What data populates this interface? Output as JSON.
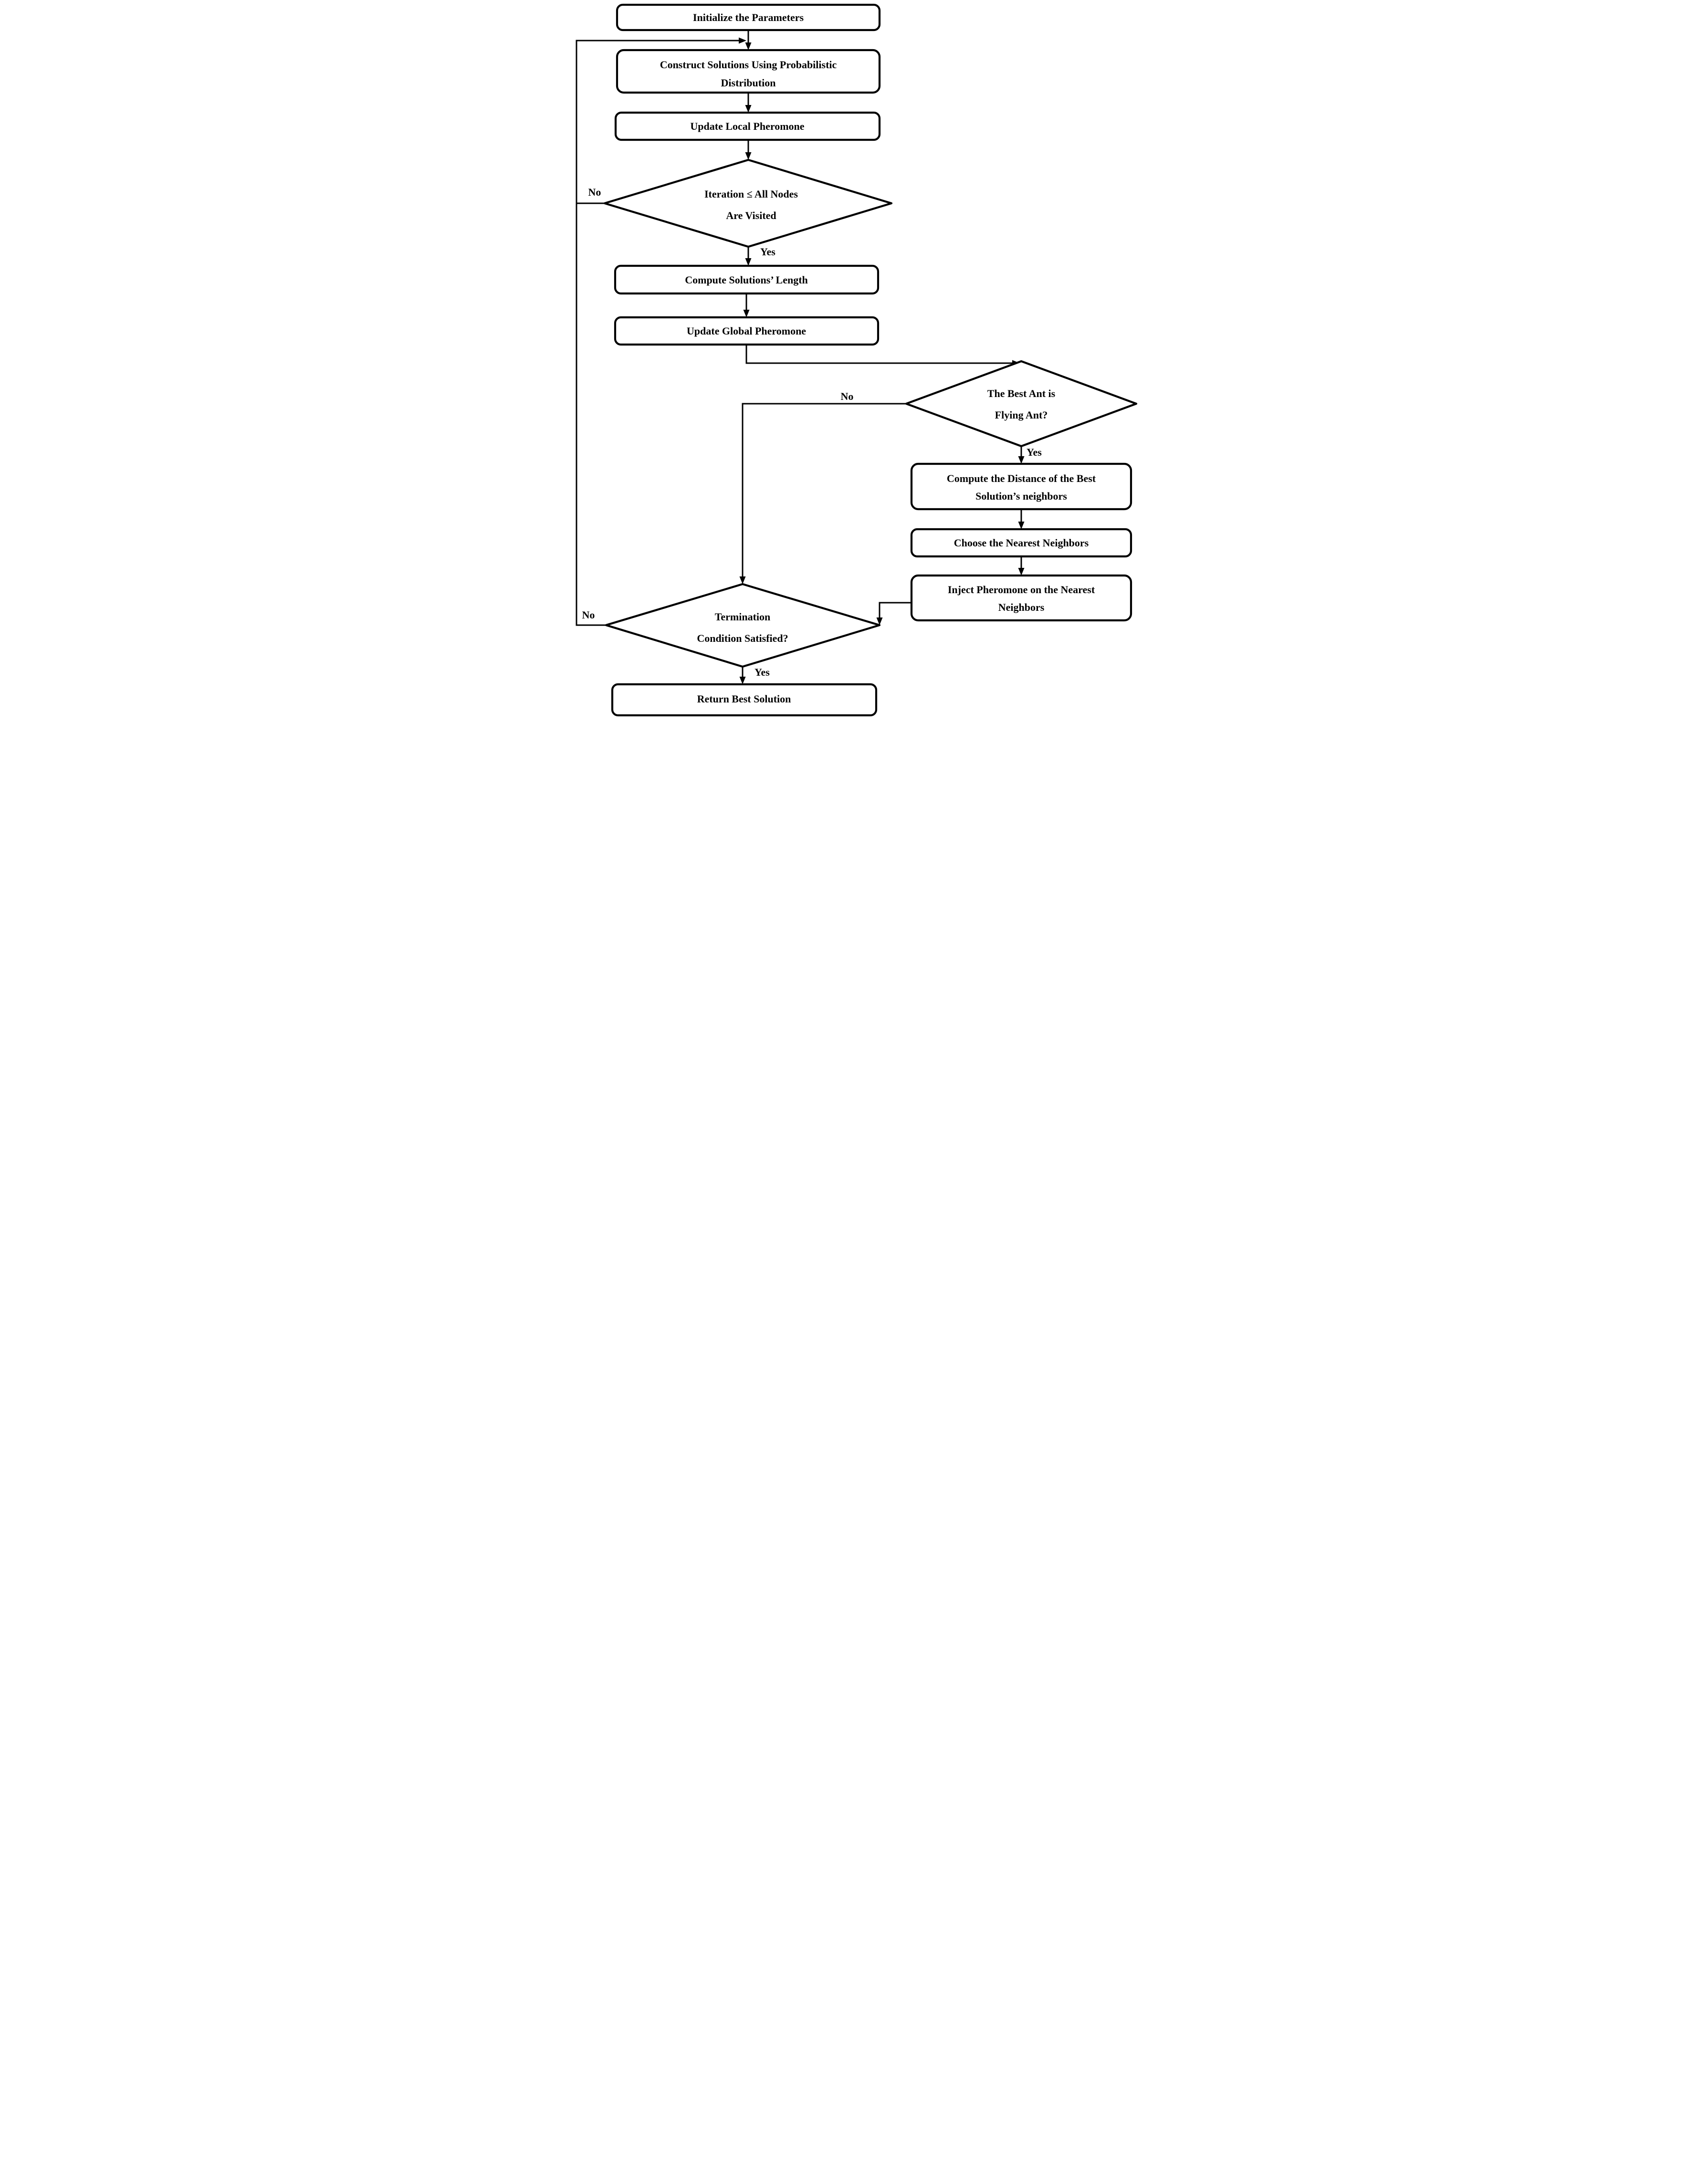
{
  "figure": {
    "type": "flowchart",
    "colors": {
      "background": "#ffffff",
      "stroke": "#000000",
      "text": "#000000"
    },
    "nodes": {
      "initialize": {
        "shape": "rounded-rect",
        "label": "Initialize the Parameters"
      },
      "construct": {
        "shape": "rounded-rect",
        "lines": [
          "Construct Solutions Using Probabilistic",
          "Distribution"
        ]
      },
      "update_local": {
        "shape": "rounded-rect",
        "label": "Update Local Pheromone"
      },
      "iteration_check": {
        "shape": "decision-diamond",
        "lines": [
          "Iteration ≤ All Nodes",
          "Are Visited"
        ]
      },
      "compute_length": {
        "shape": "rounded-rect",
        "label": "Compute Solutions’ Length"
      },
      "update_global": {
        "shape": "rounded-rect",
        "label": "Update Global Pheromone"
      },
      "best_ant_check": {
        "shape": "decision-diamond",
        "lines": [
          "The Best Ant is",
          "Flying Ant?"
        ]
      },
      "compute_distance": {
        "shape": "rounded-rect",
        "lines": [
          "Compute the Distance of the Best",
          "Solution’s neighbors"
        ]
      },
      "choose_neighbors": {
        "shape": "rounded-rect",
        "label": "Choose the Nearest Neighbors"
      },
      "inject_pheromone": {
        "shape": "rounded-rect",
        "lines": [
          "Inject Pheromone on the Nearest",
          "Neighbors"
        ]
      },
      "termination_check": {
        "shape": "decision-diamond",
        "lines": [
          "Termination",
          "Condition Satisfied?"
        ]
      },
      "return_best": {
        "shape": "rounded-rect",
        "label": "Return Best Solution"
      }
    },
    "edge_labels": {
      "iteration_no": "No",
      "iteration_yes": "Yes",
      "best_ant_no": "No",
      "best_ant_yes": "Yes",
      "termination_no": "No",
      "termination_yes": "Yes"
    }
  }
}
